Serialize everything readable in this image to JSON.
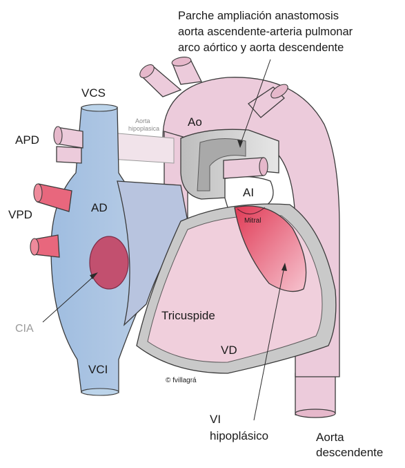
{
  "caption": {
    "line1": "Parche ampliación anastomosis",
    "line2": "aorta ascendente-arteria pulmonar",
    "line3": "arco aórtico y aorta descendente"
  },
  "labels": {
    "vcs": "VCS",
    "apd": "APD",
    "vpd": "VPD",
    "ad": "AD",
    "cia": "CIA",
    "vci": "VCI",
    "ao": "Ao",
    "aorta_hipoplasica_1": "Aorta",
    "aorta_hipoplasica_2": "hipoplasica",
    "ai": "AI",
    "mitral": "Mitral",
    "tricuspide": "Tricuspide",
    "vd": "VD",
    "copyright": "© fvillagrá",
    "vi_1": "VI",
    "vi_2": "hipoplásico",
    "aorta_desc_1": "Aorta",
    "aorta_desc_2": "descendente"
  },
  "colors": {
    "vena_cava": "#a9c3e0",
    "right_atrium": "#b8c4df",
    "aorta_pink": "#eccbdb",
    "ventricle_pink": "#f0cfdc",
    "patch_gray": "#cfcfcf",
    "pulmonary_vein_red": "#e8677d",
    "cia_red": "#c2506f",
    "left_ventricle_red": "#e24a63"
  }
}
